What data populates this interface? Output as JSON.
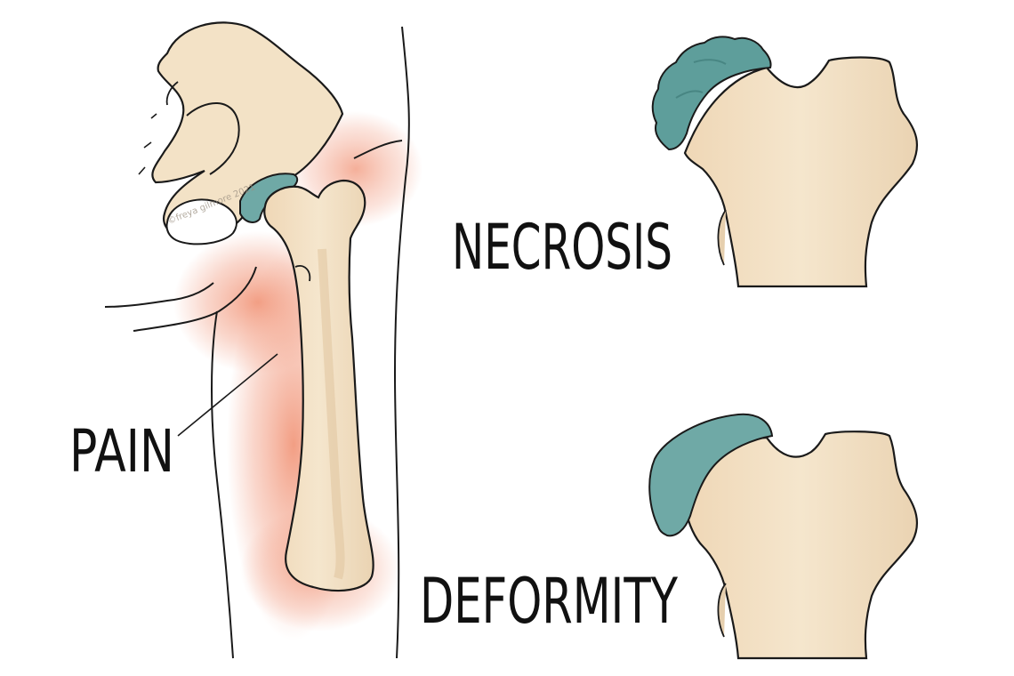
{
  "labels": {
    "pain": "PAIN",
    "necrosis": "NECROSIS",
    "deformity": "DEFORMITY"
  },
  "watermark": "©freya gilmore 2021",
  "colors": {
    "bone": "#F3E2C6",
    "bone_shade": "#E6CFAE",
    "cartilage": "#6FA9A6",
    "cartilage_dark": "#4F8F8C",
    "pain_glow": "#F3A38A",
    "outline": "#1a1a1a"
  }
}
